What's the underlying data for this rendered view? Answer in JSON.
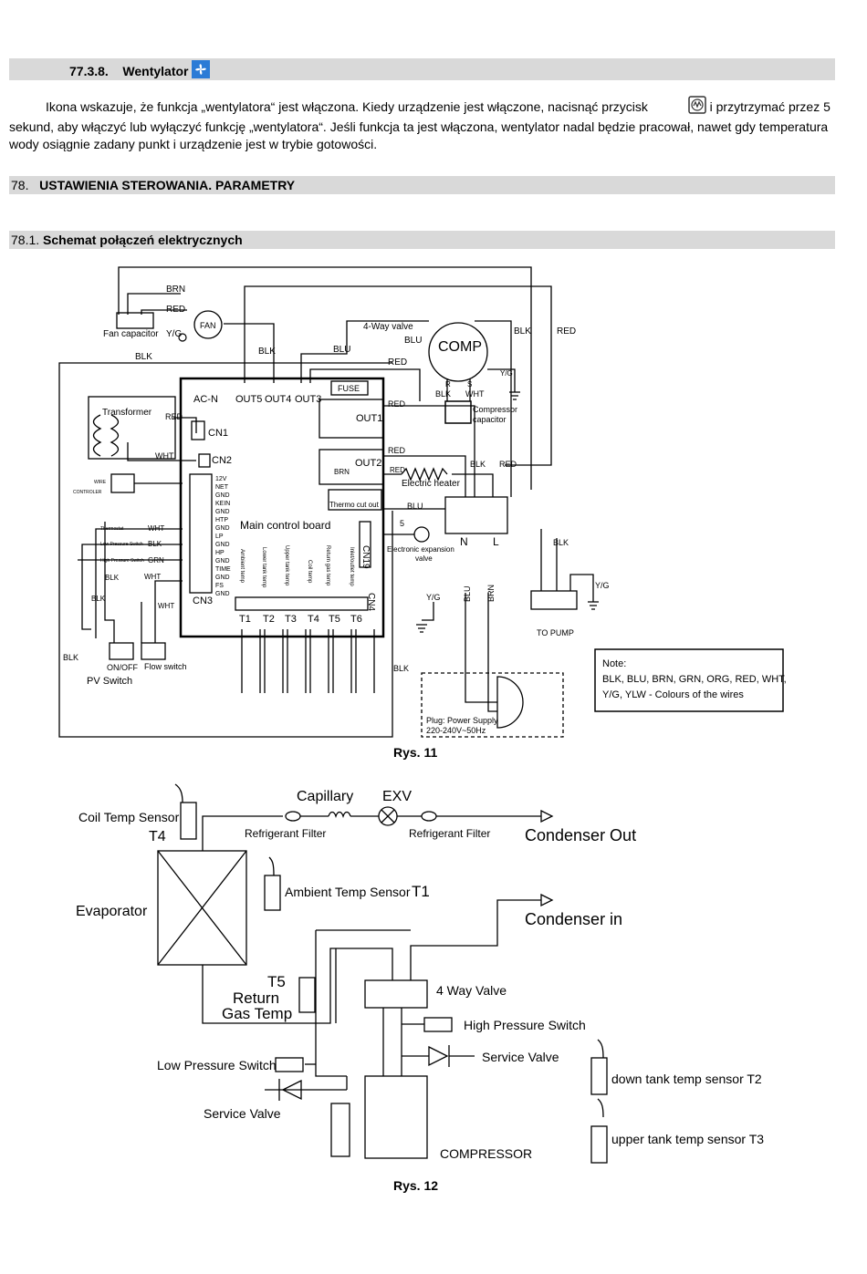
{
  "section_77_3_8": {
    "number": "77.3.8.",
    "title": "Wentylator",
    "paragraph_part1": "Ikona wskazuje, że funkcja „wentylatora“ jest włączona. Kiedy urządzenie jest włączone, nacisnąć przycisk",
    "paragraph_part2": "i przytrzymać przez 5 sekund, aby włączyć lub wyłączyć funkcję „wentylatora“. Jeśli funkcja ta jest włączona, wentylator nadal będzie pracował, nawet gdy temperatura wody osiągnie zadany punkt i urządzenie jest w trybie gotowości."
  },
  "section_78": {
    "number": "78.",
    "title": "USTAWIENIA STEROWANIA. PARAMETRY"
  },
  "section_78_1": {
    "number": "78.1.",
    "title": "Schemat połączeń elektrycznych"
  },
  "figure_11": {
    "caption": "Rys. 11",
    "labels": {
      "brn_top": "BRN",
      "red_top": "RED",
      "fan": "FAN",
      "fan_capacitor": "Fan capacitor",
      "yg_fan": "Y/G",
      "blk_left": "BLK",
      "blk_mid": "BLK",
      "blu": "BLU",
      "red_mid": "RED",
      "four_way_valve": "4-Way valve",
      "blu2": "BLU",
      "comp": "COMP",
      "blk_right": "BLK",
      "red_right": "RED",
      "yg_comp": "Y/G",
      "comp_r": "R",
      "comp_s": "S",
      "comp_blk": "BLK",
      "comp_wht": "WHT",
      "compressor_capacitor_1": "Compressor",
      "compressor_capacitor_2": "capacitor",
      "ac_n": "AC-N",
      "out5": "OUT5",
      "out4": "OUT4",
      "out3": "OUT3",
      "fuse": "FUSE",
      "out1": "OUT1",
      "out2": "OUT2",
      "brn_out2": "BRN",
      "red_out1": "RED",
      "red_out2": "RED",
      "red_out2b": "RED",
      "electric_heater": "Electric heater",
      "thermo_cut_out": "Thermo cut out",
      "blu_board": "BLU",
      "blk_n": "BLK",
      "red_l": "RED",
      "transformer": "Transformer",
      "red_tr": "RED",
      "cn1": "CN1",
      "wht_tr": "WHT",
      "cn2": "CN2",
      "wire_controller_1": "WIRE",
      "wire_controller_2": "CONTROLER",
      "pin_12v": "12V",
      "pin_net": "NET",
      "pin_gnd1": "GND",
      "pin_kein": "KEIN",
      "pin_gnd2": "GND",
      "pin_htp": "HTP",
      "pin_gnd3": "GND",
      "pin_lp": "LP",
      "pin_gnd4": "GND",
      "pin_hp": "HP",
      "pin_gnd5": "GND",
      "pin_time": "TIME",
      "pin_gnd6": "GND",
      "pin_fs": "FS",
      "pin_gnd7": "GND",
      "thermostat": "Thermostat",
      "wht_sw": "WHT",
      "low_pressure_switch": "Low Pressure Switch",
      "blk_sw": "BLK",
      "high_pressure_switch": "High Pressure Switch",
      "grn_sw": "GRN",
      "blk_sw2": "BLK",
      "wht_sw2": "WHT",
      "blk_sw3": "BLK",
      "wht_sw3": "WHT",
      "cn3": "CN3",
      "main_control_board": "Main control board",
      "cn19": "CN19",
      "five": "5",
      "electronic_expansion_valve_1": "Electronic expansion",
      "electronic_expansion_valve_2": "valve",
      "n": "N",
      "l": "L",
      "blk_pump": "BLK",
      "yg_pump": "Y/G",
      "to_pump": "TO PUMP",
      "ambient_temp": "Ambient temp",
      "lower_tank_temp": "Lower tank temp",
      "upper_tank_temp": "Upper tank temp",
      "coil_temp": "Coil temp",
      "return_gas_temp": "Return gas temp",
      "inlet_temp": "Inlet/outlet temp",
      "cn4": "CN4",
      "t1": "T1",
      "t2": "T2",
      "t3": "T3",
      "t4": "T4",
      "t5": "T5",
      "t6": "T6",
      "yg_plug": "Y/G",
      "blu_plug": "BLU",
      "brn_plug": "BRN",
      "blk_bottom_left": "BLK",
      "blk_bottom_mid": "BLK",
      "on_off": "ON/OFF",
      "pv_switch": "PV Switch",
      "flow_switch": "Flow switch",
      "plug_1": "Plug: Power Supply",
      "plug_2": "220-240V~50Hz",
      "note_title": "Note:",
      "note_line1": "BLK, BLU, BRN, GRN, ORG, RED, WHT,",
      "note_line2": "Y/G, YLW - Colours of the wires"
    }
  },
  "figure_12": {
    "caption": "Rys. 12",
    "labels": {
      "coil_temp_sensor": "Coil Temp Sensor",
      "t4": "T4",
      "capillary": "Capillary",
      "exv": "EXV",
      "refrigerant_filter_1": "Refrigerant Filter",
      "refrigerant_filter_2": "Refrigerant Filter",
      "condenser_out": "Condenser Out",
      "evaporator": "Evaporator",
      "ambient_temp_sensor": "Ambient Temp Sensor",
      "t1": "T1",
      "condenser_in": "Condenser in",
      "t5": "T5",
      "return": "Return",
      "gas_temp": "Gas Temp",
      "four_way_valve": "4 Way Valve",
      "high_pressure_switch": "High Pressure Switch",
      "service_valve_1": "Service Valve",
      "low_pressure_switch": "Low Pressure Switch",
      "service_valve_2": "Service Valve",
      "compressor": "COMPRESSOR",
      "down_tank_temp_sensor": "down tank temp sensor T2",
      "upper_tank_temp_sensor": "upper tank temp sensor T3"
    }
  }
}
